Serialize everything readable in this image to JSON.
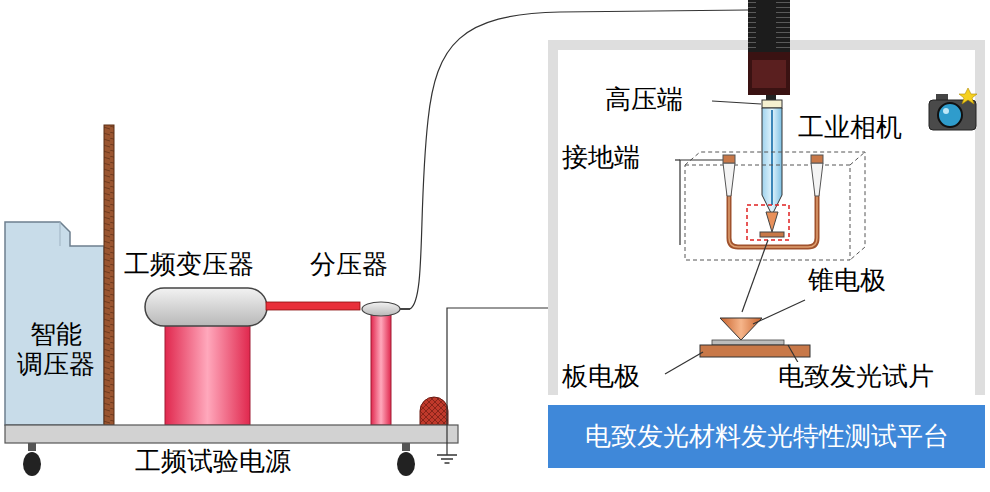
{
  "diagram": {
    "nodes": [
      {
        "text": [
          "智能 调压器"
        ]
      },
      {
        "text": [
          "电致发光材料发光特性测试平台"
        ]
      }
    ],
    "labels": [
      "工频变压器",
      "分压器",
      "工频试验电源",
      "高压端",
      "工业相机",
      "接地端",
      "锥电极",
      "板电极",
      "电致发光试片"
    ]
  }
}
